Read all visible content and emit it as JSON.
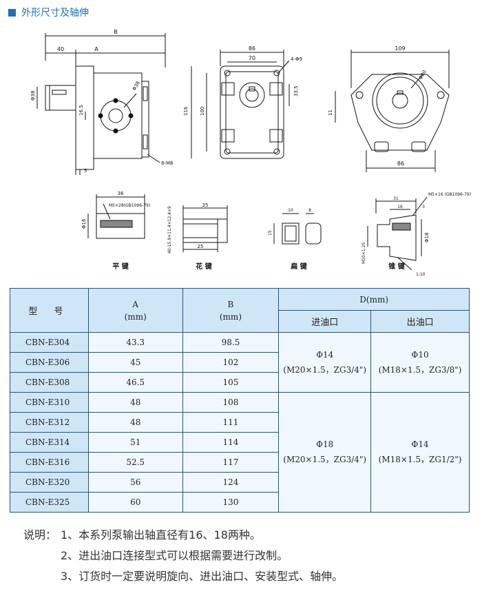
{
  "header": {
    "title": "外形尺寸及轴伸",
    "accent_color": "#1f6fb5"
  },
  "drawings": {
    "side_view": {
      "B": "B",
      "d40": "40",
      "A": "A",
      "d38": "Φ38",
      "d16_5": "16.5",
      "d5": "5",
      "bolt": "8-M8",
      "boltcircle": "Φ38"
    },
    "front_view": {
      "d86": "86",
      "d70": "70",
      "hole": "4-Φ9",
      "d33_5": "33.5",
      "d116": "116",
      "d100": "100"
    },
    "rear_view": {
      "d109": "109",
      "d80": "Φ80",
      "d11": "11",
      "d86": "86"
    },
    "shaft_flat": {
      "d36": "36",
      "spec": "M5×28(GB1096-79)",
      "dia": "Φ16",
      "caption": "平 键"
    },
    "shaft_spline": {
      "d35": "35",
      "d25": "25",
      "spec": "40-15.9×11.4×12.4×9",
      "caption": "花 键"
    },
    "shaft_tang": {
      "d10": "10",
      "d8": "8",
      "d15": "15",
      "caption": "扁 键"
    },
    "shaft_taper": {
      "d31": "31",
      "d16": "16",
      "d3": "3",
      "spec": "M5×16 (GB1096-79)",
      "dia": "Φ18",
      "thread": "M10×1.25",
      "taper": "1:10",
      "caption": "锥 键"
    }
  },
  "table": {
    "headers": {
      "model": "型  号",
      "a": "A",
      "a_unit": "(mm)",
      "b": "B",
      "b_unit": "(mm)",
      "d": "D(mm)",
      "inlet": "进油口",
      "outlet": "出油口"
    },
    "rows": [
      {
        "model": "CBN-E304",
        "a": "43.3",
        "b": "98.5"
      },
      {
        "model": "CBN-E306",
        "a": "45",
        "b": "102"
      },
      {
        "model": "CBN-E308",
        "a": "46.5",
        "b": "105"
      },
      {
        "model": "CBN-E310",
        "a": "48",
        "b": "108"
      },
      {
        "model": "CBN-E312",
        "a": "48",
        "b": "111"
      },
      {
        "model": "CBN-E314",
        "a": "51",
        "b": "114"
      },
      {
        "model": "CBN-E316",
        "a": "52.5",
        "b": "117"
      },
      {
        "model": "CBN-E320",
        "a": "56",
        "b": "124"
      },
      {
        "model": "CBN-E325",
        "a": "60",
        "b": "130"
      }
    ],
    "ports": [
      {
        "inlet_main": "Φ14",
        "inlet_sub": "(M20×1.5，ZG3/4\")",
        "outlet_main": "Φ10",
        "outlet_sub": "(M18×1.5，ZG3/8\")"
      },
      {
        "inlet_main": "Φ18",
        "inlet_sub": "(M20×1.5，ZG3/4\")",
        "outlet_main": "Φ14",
        "outlet_sub": "(M18×1.5，ZG1/2\")"
      }
    ],
    "header_bg": "#cfe6f6",
    "cell_bg": "#f1f8fd",
    "border_color": "#2b4f7a"
  },
  "notes": {
    "label": "说明：",
    "items": [
      "1、本系列泵输出轴直径有16、18两种。",
      "2、进出油口连接型式可以根据需要进行改制。",
      "3、订货时一定要说明旋向、进出油口、安装型式、轴伸。"
    ]
  }
}
